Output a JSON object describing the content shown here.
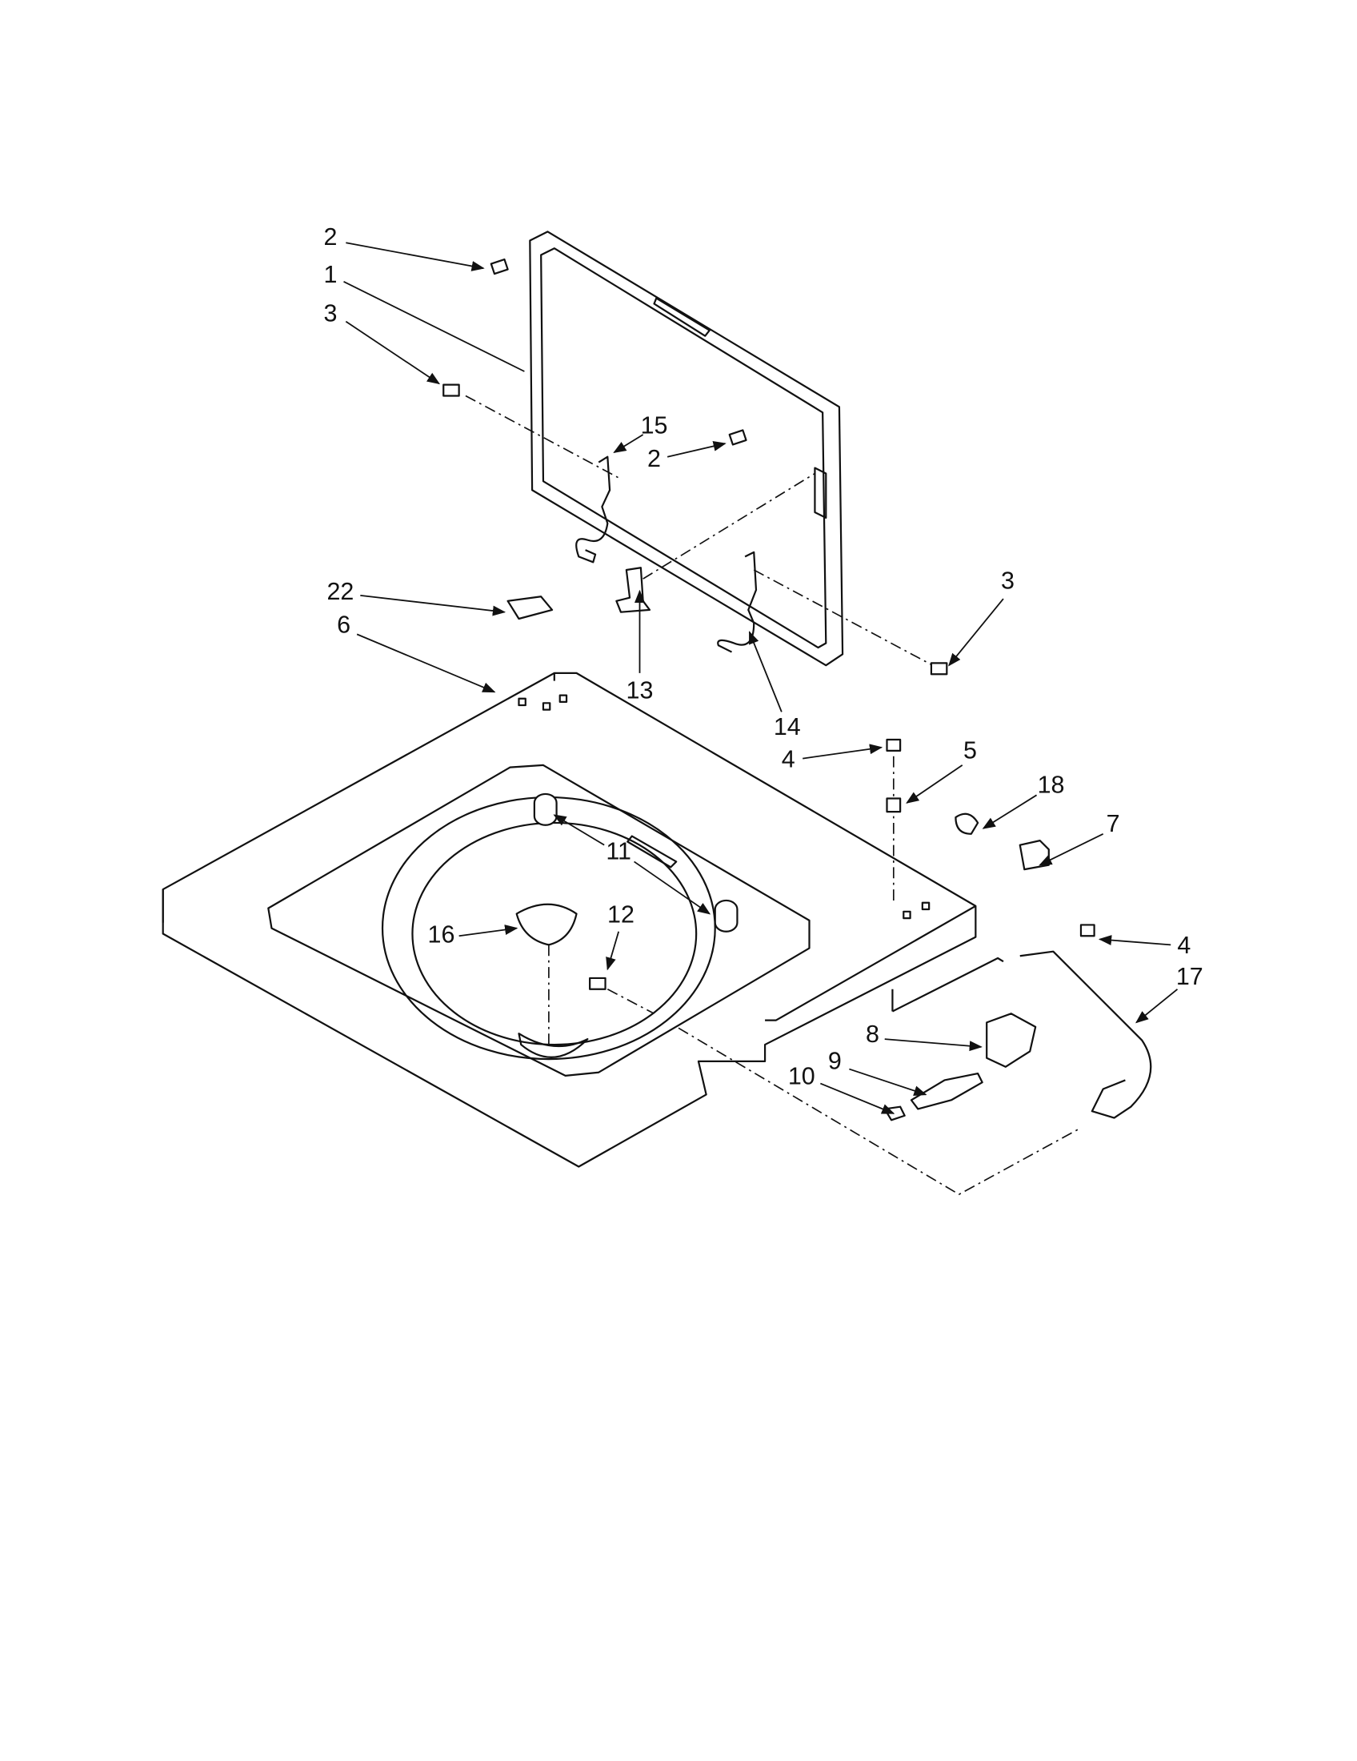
{
  "diagram": {
    "callouts": [
      {
        "id": "c2a",
        "label": "2"
      },
      {
        "id": "c1",
        "label": "1"
      },
      {
        "id": "c3a",
        "label": "3"
      },
      {
        "id": "c15",
        "label": "15"
      },
      {
        "id": "c2b",
        "label": "2"
      },
      {
        "id": "c22",
        "label": "22"
      },
      {
        "id": "c6",
        "label": "6"
      },
      {
        "id": "c13",
        "label": "13"
      },
      {
        "id": "c14",
        "label": "14"
      },
      {
        "id": "c3b",
        "label": "3"
      },
      {
        "id": "c4a",
        "label": "4"
      },
      {
        "id": "c5",
        "label": "5"
      },
      {
        "id": "c18",
        "label": "18"
      },
      {
        "id": "c7",
        "label": "7"
      },
      {
        "id": "c11",
        "label": "11"
      },
      {
        "id": "c12",
        "label": "12"
      },
      {
        "id": "c16",
        "label": "16"
      },
      {
        "id": "c4b",
        "label": "4"
      },
      {
        "id": "c17",
        "label": "17"
      },
      {
        "id": "c8",
        "label": "8"
      },
      {
        "id": "c9",
        "label": "9"
      },
      {
        "id": "c10",
        "label": "10"
      }
    ]
  }
}
